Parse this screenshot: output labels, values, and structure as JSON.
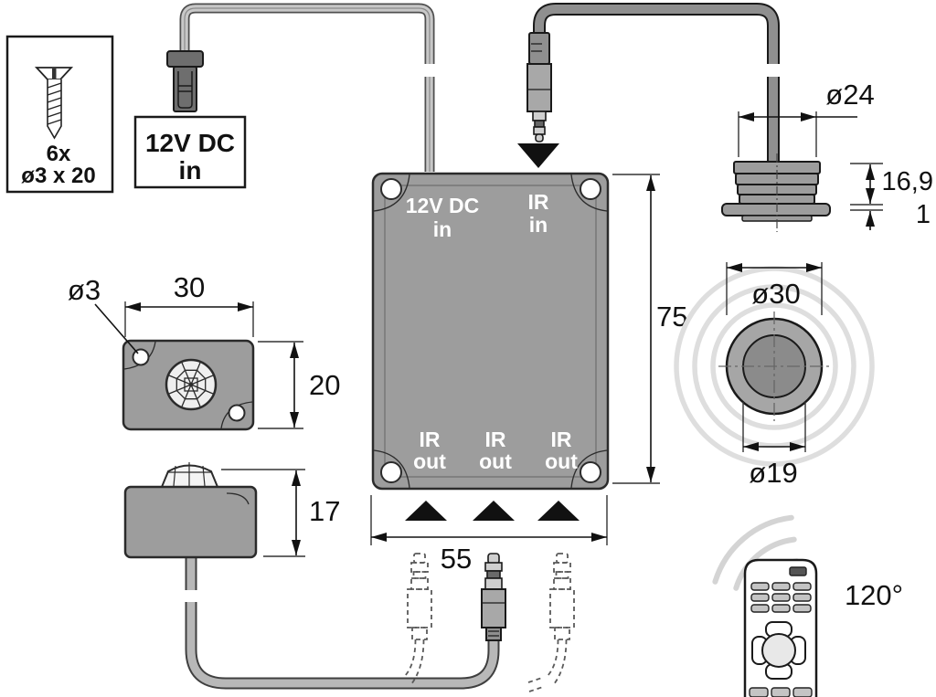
{
  "screw_pack": {
    "count": "6x",
    "size": "ø3 x 20"
  },
  "dc_label": {
    "line1": "12V DC",
    "line2": "in"
  },
  "unit": {
    "dc_in": {
      "line1": "12V DC",
      "line2": "in"
    },
    "ir_in": {
      "line1": "IR",
      "line2": "in"
    },
    "ir_out": [
      {
        "line1": "IR",
        "line2": "out"
      },
      {
        "line1": "IR",
        "line2": "out"
      },
      {
        "line1": "IR",
        "line2": "out"
      }
    ]
  },
  "dims": {
    "unit_width": "55",
    "unit_height": "75",
    "eye_diameter": "ø24",
    "eye_depth": "16,9",
    "eye_flange": "1",
    "eye_face": "ø30",
    "eye_lens": "ø19",
    "sensor_hole": "ø3",
    "sensor_width": "30",
    "sensor_height": "20",
    "sensor_side_height": "17",
    "beam_angle": "120°"
  },
  "colors": {
    "unit_gray": "#9d9d9d",
    "dark_outline": "#1a1a1a",
    "wave_gray": "#dcdcdc",
    "cable_light": "#c8c8c8",
    "cable_dark": "#8f8f8f"
  }
}
